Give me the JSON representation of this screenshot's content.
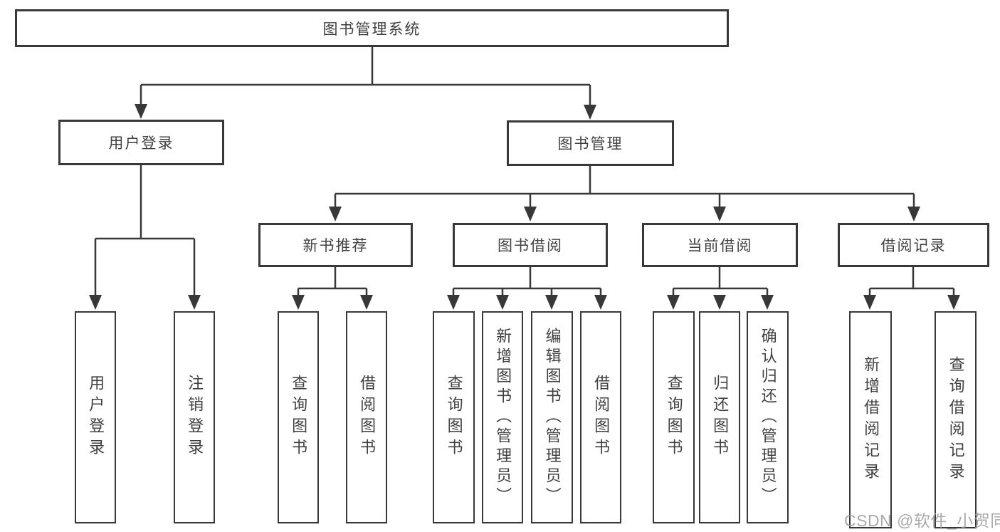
{
  "tree": {
    "root": {
      "label": "图书管理系统"
    },
    "level2": [
      {
        "label": "用户登录",
        "children": [
          {
            "label": "用户登录"
          },
          {
            "label": "注销登录"
          }
        ]
      },
      {
        "label": "图书管理",
        "children": [
          {
            "label": "新书推荐",
            "children": [
              {
                "label": "查询图书"
              },
              {
                "label": "借阅图书"
              }
            ]
          },
          {
            "label": "图书借阅",
            "children": [
              {
                "label": "查询图书"
              },
              {
                "label": "新增图书（管理员）"
              },
              {
                "label": "编辑图书（管理员）"
              },
              {
                "label": "借阅图书"
              }
            ]
          },
          {
            "label": "当前借阅",
            "children": [
              {
                "label": "查询图书"
              },
              {
                "label": "归还图书"
              },
              {
                "label": "确认归还（管理员）"
              }
            ]
          },
          {
            "label": "借阅记录",
            "children": [
              {
                "label": "新增借阅记录"
              },
              {
                "label": "查询借阅记录"
              }
            ]
          }
        ]
      }
    ]
  },
  "watermark": "CSDN @软件_小贺同学",
  "colors": {
    "line": "#383838",
    "box_border": "#383838",
    "text": "#404040",
    "watermark": "#9c9c9c",
    "background": "#ffffff"
  }
}
